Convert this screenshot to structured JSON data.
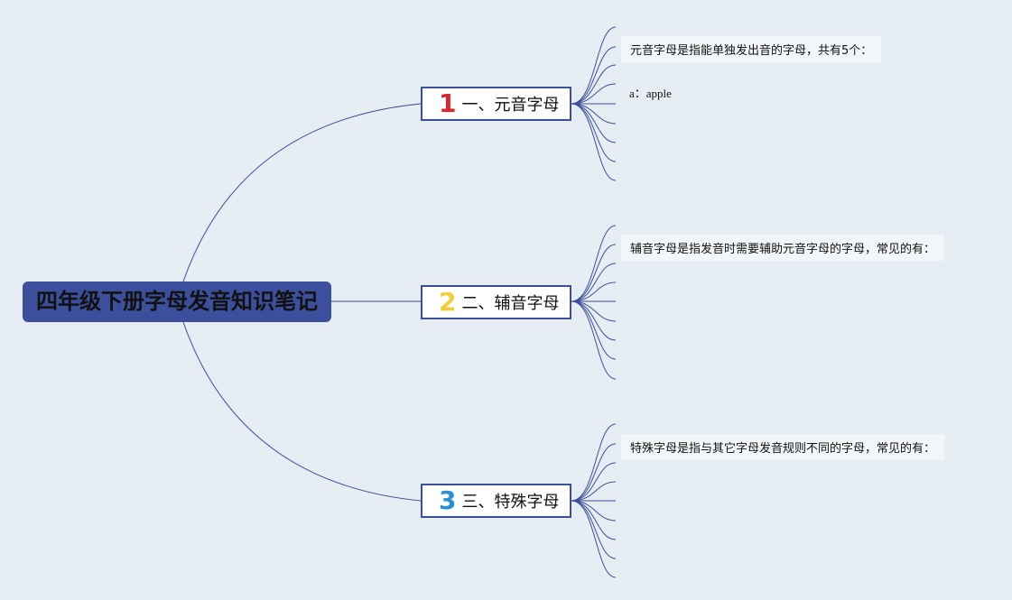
{
  "root": {
    "title": "四年级下册字母发音知识笔记"
  },
  "colors": {
    "line": "#3c4f9c",
    "num1": "#d9272e",
    "num2": "#f2cd3c",
    "num3": "#2b8fd6"
  },
  "branches": [
    {
      "num": "1",
      "label": "一、元音字母",
      "note": "元音字母是指能单独发出音的字母，共有5个：",
      "items": [
        "a：apple"
      ]
    },
    {
      "num": "2",
      "label": "二、辅音字母",
      "note": "辅音字母是指发音时需要辅助元音字母的字母，常见的有：",
      "items": []
    },
    {
      "num": "3",
      "label": "三、特殊字母",
      "note": "特殊字母是指与其它字母发音规则不同的字母，常见的有：",
      "items": []
    }
  ]
}
